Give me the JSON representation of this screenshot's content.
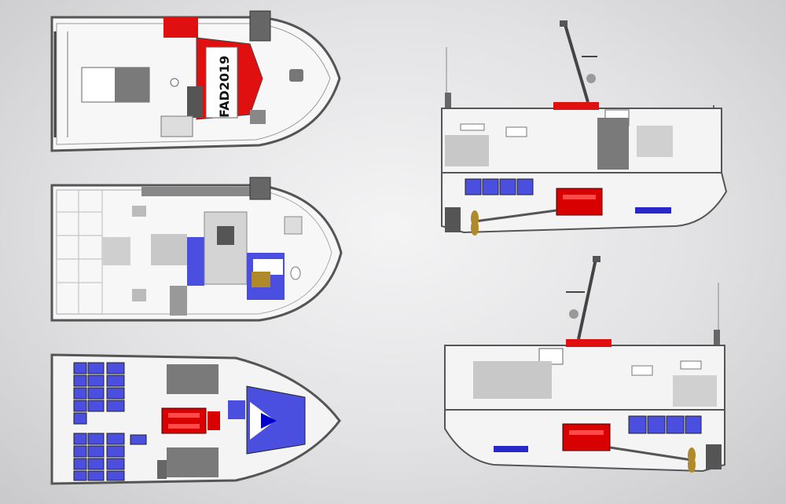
{
  "vessel": {
    "registration": "FAD2019"
  },
  "colors": {
    "hull_fill": "#f7f7f7",
    "hull_outline": "#555555",
    "deck_gray": "#c8c8c8",
    "dark_gray": "#7a7a7a",
    "red_accent": "#e01010",
    "blue_tanks": "#4a4fe0",
    "engine_red": "#d80000",
    "brass": "#b08a2a",
    "background": "#e2e2e4"
  },
  "views": [
    {
      "id": "top-deck-view",
      "description_icon": "deck-plan-icon"
    },
    {
      "id": "main-deck-view",
      "description_icon": "wheelhouse-plan-icon"
    },
    {
      "id": "lower-deck-view",
      "description_icon": "engine-room-plan-icon"
    },
    {
      "id": "starboard-profile-view",
      "description_icon": "profile-icon"
    },
    {
      "id": "port-profile-view",
      "description_icon": "profile-icon"
    }
  ]
}
